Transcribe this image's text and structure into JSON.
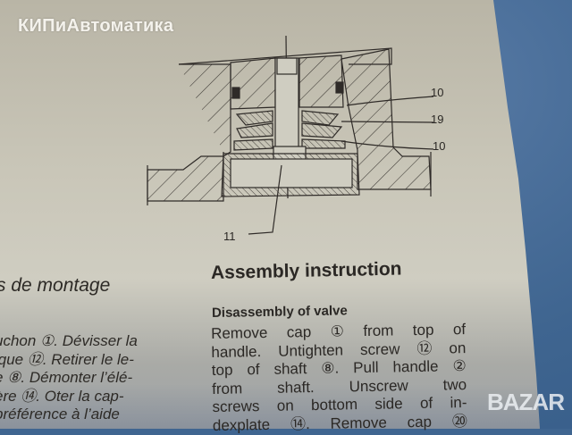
{
  "watermarks": {
    "top_left": "КИПиАвтоматика",
    "bottom_right": "BAZAR"
  },
  "drawing": {
    "title": "Valve cross-section",
    "callouts": [
      {
        "label": "10",
        "target": "upper seal"
      },
      {
        "label": "19",
        "target": "spring washer stack"
      },
      {
        "label": "10",
        "target": "lower seal"
      },
      {
        "label": "11",
        "target": "shaft end / cap"
      }
    ]
  },
  "french_column": {
    "heading": "s de montage",
    "lines": [
      "uchon ①. Dévisser la",
      "ique ⑫. Retirer le le-",
      "e ⑧. Démonter l’élé-",
      "ère ⑭. Oter la cap-",
      "préférence à l’aide"
    ]
  },
  "english_column": {
    "heading": "Assembly instruction",
    "subheading": "Disassembly of valve",
    "lines": [
      [
        "Remove",
        "cap",
        "①",
        "from",
        "top",
        "of"
      ],
      [
        "handle.",
        "Untighten",
        "screw",
        "⑫",
        "on"
      ],
      [
        "top",
        "of",
        "shaft",
        "⑧.",
        "Pull",
        "handle",
        "②"
      ],
      [
        "from",
        "shaft.",
        "Unscrew",
        "two"
      ],
      [
        "screws",
        "on",
        "bottom",
        "side",
        "of",
        "in-"
      ],
      [
        "dexplate",
        "⑭.",
        "Remove",
        "cap",
        "⑳"
      ]
    ]
  },
  "colors": {
    "paper": "#cfcdc1",
    "ink": "#2b2825",
    "background_fabric": "#3f6590"
  }
}
